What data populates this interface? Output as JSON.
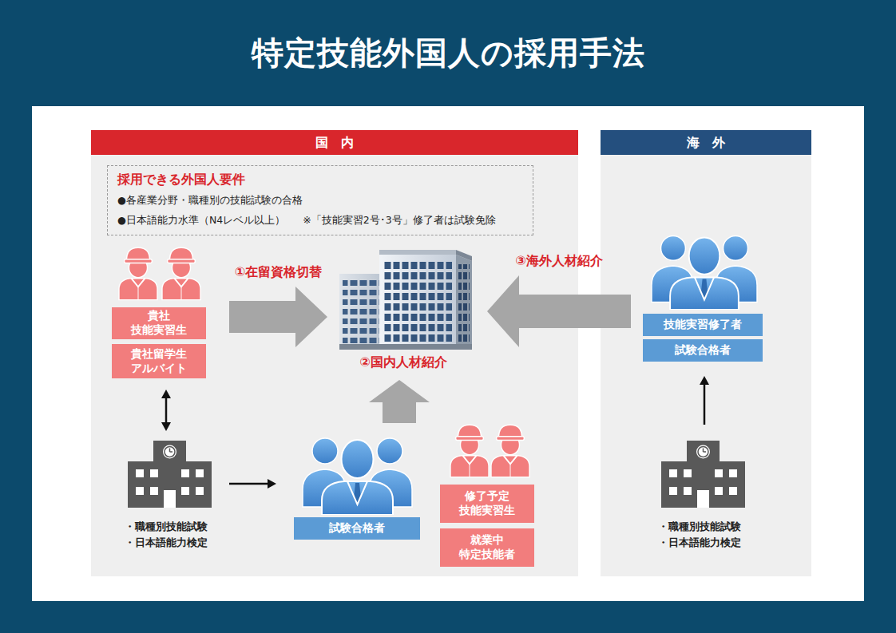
{
  "diagram": {
    "title": "特定技能外国人の採用手法",
    "nodes": [
      {
        "text": [
          "国　内"
        ]
      },
      {
        "text": [
          "採用できる外国人要件",
          "●各産業分野・職種別の技能試験の合格",
          "●日本語能力水準（N4レベル以上）",
          "※「技能実習2号･3号」修了者は試験免除"
        ],
        "in": 0
      },
      {
        "text": [
          "貴社 技能実習生"
        ],
        "in": 0
      },
      {
        "text": [
          "貴社留学生 アルバイト"
        ],
        "in": 0
      },
      {
        "text": [
          "②国内人材紹介"
        ],
        "in": 0
      },
      {
        "text": [
          "・職種別技能試験",
          "・日本語能力検定"
        ],
        "in": 0
      },
      {
        "text": [
          "試験合格者"
        ],
        "in": 0
      },
      {
        "text": [
          "修了予定 技能実習生"
        ],
        "in": 0
      },
      {
        "text": [
          "就業中 特定技能者"
        ],
        "in": 0
      },
      {
        "text": [
          "海　外"
        ]
      },
      {
        "text": [
          "技能実習修了者"
        ],
        "in": 9
      },
      {
        "text": [
          "試験合格者"
        ],
        "in": 9
      },
      {
        "text": [
          "・職種別技能試験",
          "・日本語能力検定"
        ],
        "in": 9
      }
    ],
    "edges": [
      {
        "from": 2,
        "to": 4,
        "label": "①在留資格切替",
        "arrow": "to"
      },
      {
        "from": 6,
        "to": 4,
        "arrow": "to"
      },
      {
        "from": 10,
        "to": 4,
        "label": "③海外人材紹介",
        "arrow": "to"
      },
      {
        "from": 3,
        "to": 5,
        "arrow": "both"
      },
      {
        "from": 5,
        "to": 6,
        "arrow": "to"
      },
      {
        "from": 12,
        "to": 11,
        "arrow": "to"
      }
    ]
  }
}
